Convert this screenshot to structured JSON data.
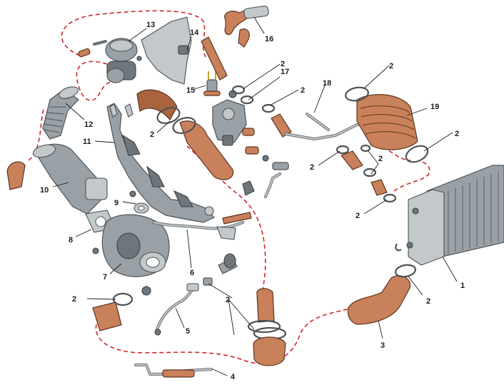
{
  "callouts": {
    "c1": "1",
    "c2a": "2",
    "c2b": "2",
    "c2c": "2",
    "c2d": "2",
    "c2e": "2",
    "c2f": "2",
    "c2g": "2",
    "c2h": "2",
    "c2i": "2",
    "c2j": "2",
    "c2k": "2",
    "c3": "3",
    "c4": "4",
    "c5": "5",
    "c6": "6",
    "c7": "7",
    "c8": "8",
    "c9": "9",
    "c10": "10",
    "c11": "11",
    "c12": "12",
    "c13": "13",
    "c14": "14",
    "c15": "15",
    "c16": "16",
    "c17": "17",
    "c18": "18",
    "c19": "19"
  },
  "colors": {
    "route_line": "#d0262a",
    "hose": "#c8815a",
    "metal": "#9aa1a6"
  }
}
